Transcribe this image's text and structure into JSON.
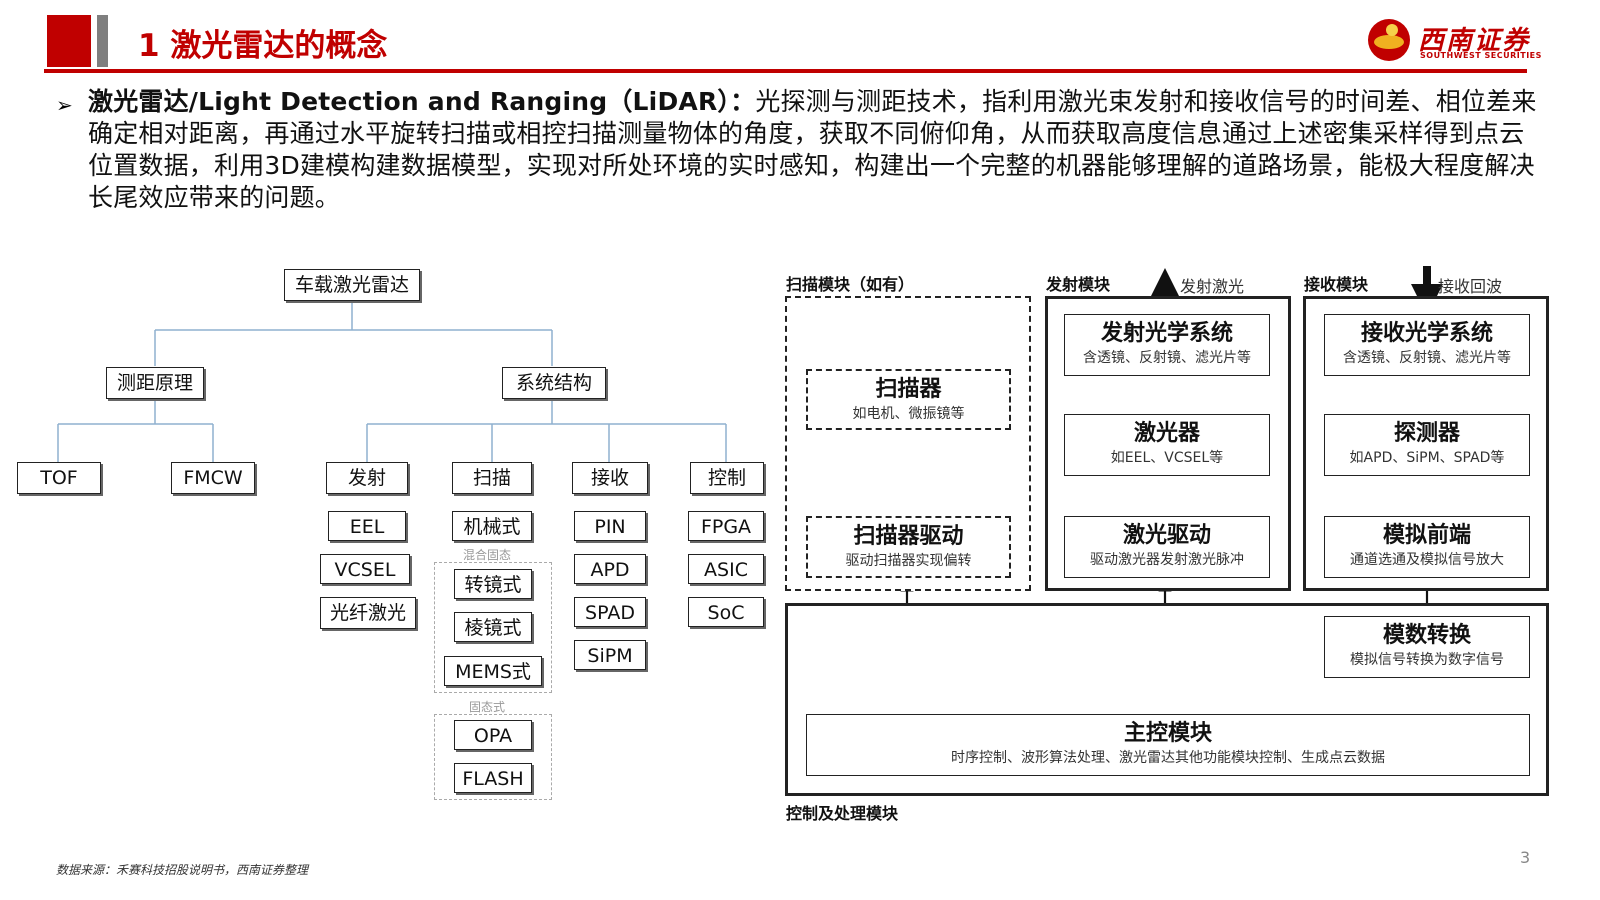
{
  "header": {
    "title": "1 激光雷达的概念",
    "logo_cn": "西南证券",
    "logo_en": "SOUTHWEST SECURITIES"
  },
  "intro": {
    "bold_term": "激光雷达/Light Detection and Ranging（LiDAR）：",
    "text": "光探测与测距技术，指利用激光束发射和接收信号的时间差、相位差来确定相对距离，再通过水平旋转扫描或相控扫描测量物体的角度，获取不同俯仰角，从而获取高度信息通过上述密集采样得到点云位置数据，利用3D建模构建数据模型，实现对所处环境的实时感知，构建出一个完整的机器能够理解的道路场景，能极大程度解决长尾效应带来的问题。"
  },
  "tree": {
    "root": "车载激光雷达",
    "ranging": "测距原理",
    "ranging_children": [
      "TOF",
      "FMCW"
    ],
    "structure": "系统结构",
    "emit": {
      "label": "发射",
      "items": [
        "EEL",
        "VCSEL",
        "光纤激光"
      ]
    },
    "scan": {
      "label": "扫描",
      "item": "机械式",
      "hybrid_label": "混合固态",
      "hybrid_items": [
        "转镜式",
        "棱镜式",
        "MEMS式"
      ],
      "solid_label": "固态式",
      "solid_items": [
        "OPA",
        "FLASH"
      ]
    },
    "receive": {
      "label": "接收",
      "items": [
        "PIN",
        "APD",
        "SPAD",
        "SiPM"
      ]
    },
    "control": {
      "label": "控制",
      "items": [
        "FPGA",
        "ASIC",
        "SoC"
      ]
    }
  },
  "block": {
    "scan_module_label": "扫描模块（如有）",
    "emit_module_label": "发射模块",
    "receive_module_label": "接收模块",
    "emit_laser_label": "发射激光",
    "echo_label": "接收回波",
    "control_module_label": "控制及处理模块",
    "scanner": {
      "title": "扫描器",
      "sub": "如电机、微振镜等"
    },
    "scanner_driver": {
      "title": "扫描器驱动",
      "sub": "驱动扫描器实现偏转"
    },
    "tx_optics": {
      "title": "发射光学系统",
      "sub": "含透镜、反射镜、滤光片等"
    },
    "laser": {
      "title": "激光器",
      "sub": "如EEL、VCSEL等"
    },
    "laser_driver": {
      "title": "激光驱动",
      "sub": "驱动激光器发射激光脉冲"
    },
    "rx_optics": {
      "title": "接收光学系统",
      "sub": "含透镜、反射镜、滤光片等"
    },
    "detector": {
      "title": "探测器",
      "sub": "如APD、SiPM、SPAD等"
    },
    "afe": {
      "title": "模拟前端",
      "sub": "通道选通及模拟信号放大"
    },
    "adc": {
      "title": "模数转换",
      "sub": "模拟信号转换为数字信号"
    },
    "main_ctrl": {
      "title": "主控模块",
      "sub": "时序控制、波形算法处理、激光雷达其他功能模块控制、生成点云数据"
    }
  },
  "footer": {
    "source": "数据来源：禾赛科技招股说明书，西南证券整理",
    "page": "3"
  },
  "colors": {
    "brand_red": "#c00000",
    "brand_gray": "#7f7f7f",
    "logo_gold": "#f0b020"
  }
}
